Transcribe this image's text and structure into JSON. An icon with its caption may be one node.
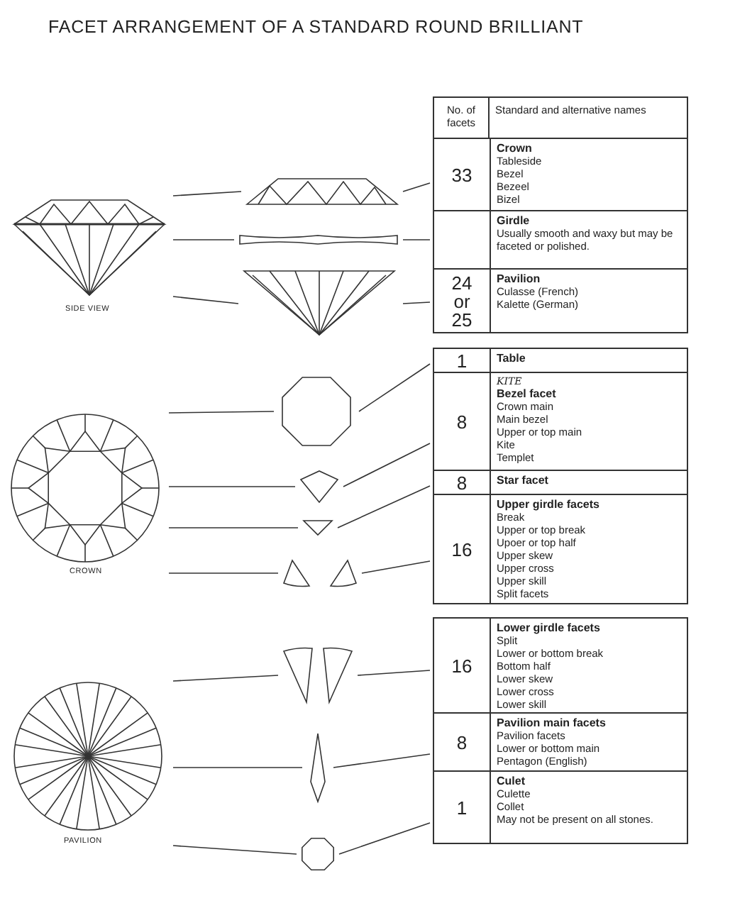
{
  "diagram": {
    "title": "FACET ARRANGEMENT OF A STANDARD ROUND BRILLIANT",
    "nodes": [
      {
        "text": [],
        "shape": "picture",
        "beside": [
          "SIDE VIEW"
        ]
      },
      {
        "text": [],
        "shape": "picture"
      },
      {
        "text": [],
        "shape": "picture"
      },
      {
        "text": [],
        "shape": "picture"
      },
      {
        "text": [
          "33",
          "Crown",
          "Tableside",
          "Bezel",
          "Bezeel",
          "Bizel"
        ]
      },
      {
        "text": [
          "Girdle",
          "Usually smooth and waxy but may be faceted or polished."
        ]
      },
      {
        "text": [
          "24 or 25",
          "Pavilion",
          "Culasse (French)",
          "Kalette (German)"
        ]
      },
      {
        "text": [],
        "shape": "picture",
        "beside": [
          "CROWN"
        ]
      },
      {
        "text": [],
        "shape": "picture"
      },
      {
        "text": [],
        "shape": "picture"
      },
      {
        "text": [],
        "shape": "picture"
      },
      {
        "text": [],
        "shape": "picture"
      },
      {
        "text": [
          "1",
          "Table"
        ]
      },
      {
        "text": [
          "8",
          "KITE",
          "Bezel facet",
          "Crown main",
          "Main bezel",
          "Upper or top main",
          "Kite",
          "Templet"
        ]
      },
      {
        "text": [
          "8",
          "Star facet"
        ]
      },
      {
        "text": [
          "16",
          "Upper girdle facets",
          "Break",
          "Upper or top break",
          "Upoer or top half",
          "Upper skew",
          "Upper cross",
          "Upper skill",
          "Split facets"
        ]
      },
      {
        "text": [],
        "shape": "picture",
        "beside": [
          "PAVILION"
        ]
      },
      {
        "text": [],
        "shape": "picture"
      },
      {
        "text": [],
        "shape": "picture"
      },
      {
        "text": [],
        "shape": "picture"
      },
      {
        "text": [
          "16",
          "Lower girdle facets",
          "Split",
          "Lower or bottom break",
          "Bottom half",
          "Lower skew",
          "Lower cross",
          "Lower skill"
        ]
      },
      {
        "text": [
          "8",
          "Pavilion main facets",
          "Pavilion facets",
          "Lower or bottom main",
          "Pentagon (English)"
        ]
      },
      {
        "text": [
          "1",
          "Culet",
          "Culette",
          "Collet",
          "May not be present on all stones."
        ]
      }
    ],
    "edges": [
      {
        "from": 0,
        "to": 1,
        "arrow": "none"
      },
      {
        "from": 0,
        "to": 2,
        "arrow": "none"
      },
      {
        "from": 0,
        "to": 3,
        "arrow": "none"
      },
      {
        "from": 1,
        "to": 4,
        "arrow": "none"
      },
      {
        "from": 2,
        "to": 5,
        "arrow": "none"
      },
      {
        "from": 3,
        "to": 6,
        "arrow": "none"
      },
      {
        "from": 7,
        "to": 8,
        "arrow": "none"
      },
      {
        "from": 7,
        "to": 9,
        "arrow": "none"
      },
      {
        "from": 7,
        "to": 10,
        "arrow": "none"
      },
      {
        "from": 7,
        "to": 11,
        "arrow": "none"
      },
      {
        "from": 8,
        "to": 12,
        "arrow": "none"
      },
      {
        "from": 9,
        "to": 13,
        "arrow": "none"
      },
      {
        "from": 10,
        "to": 14,
        "arrow": "none"
      },
      {
        "from": 11,
        "to": 15,
        "arrow": "none"
      },
      {
        "from": 16,
        "to": 17,
        "arrow": "none"
      },
      {
        "from": 16,
        "to": 18,
        "arrow": "none"
      },
      {
        "from": 16,
        "to": 19,
        "arrow": "none"
      },
      {
        "from": 17,
        "to": 20,
        "arrow": "none"
      },
      {
        "from": 18,
        "to": 21,
        "arrow": "none"
      },
      {
        "from": 19,
        "to": 22,
        "arrow": "none"
      }
    ],
    "labels": [
      "No. of facets",
      "Standard and alternative names"
    ]
  }
}
